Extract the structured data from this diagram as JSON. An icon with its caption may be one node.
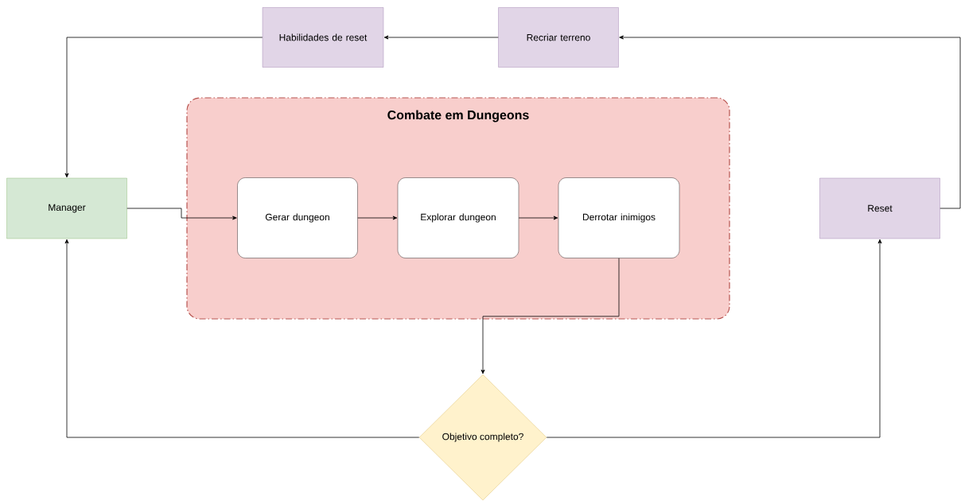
{
  "diagram": {
    "nodes": [
      {
        "text": [
          "Habilidades de reset"
        ]
      },
      {
        "text": [
          "Recriar terreno"
        ]
      },
      {
        "text": [
          "Combate em Dungeons"
        ]
      },
      {
        "text": [
          "Gerar dungeon"
        ],
        "in": 2
      },
      {
        "text": [
          "Explorar dungeon"
        ],
        "in": 2
      },
      {
        "text": [
          "Derrotar inimigos"
        ],
        "in": 2
      },
      {
        "text": [
          "Manager"
        ]
      },
      {
        "text": [
          "Reset"
        ]
      },
      {
        "text": [
          "Objetivo completo?"
        ]
      }
    ],
    "edges": [
      {
        "from": 6,
        "to": 3,
        "arrow": "to"
      },
      {
        "from": 3,
        "to": 4,
        "arrow": "to"
      },
      {
        "from": 4,
        "to": 5,
        "arrow": "to"
      },
      {
        "from": 5,
        "to": 8,
        "arrow": "to"
      },
      {
        "from": 8,
        "to": 6,
        "arrow": "to"
      },
      {
        "from": 8,
        "to": 7,
        "arrow": "to"
      },
      {
        "from": 7,
        "to": 1,
        "arrow": "to"
      },
      {
        "from": 1,
        "to": 0,
        "arrow": "to"
      },
      {
        "from": 0,
        "to": 6,
        "arrow": "to"
      }
    ]
  }
}
